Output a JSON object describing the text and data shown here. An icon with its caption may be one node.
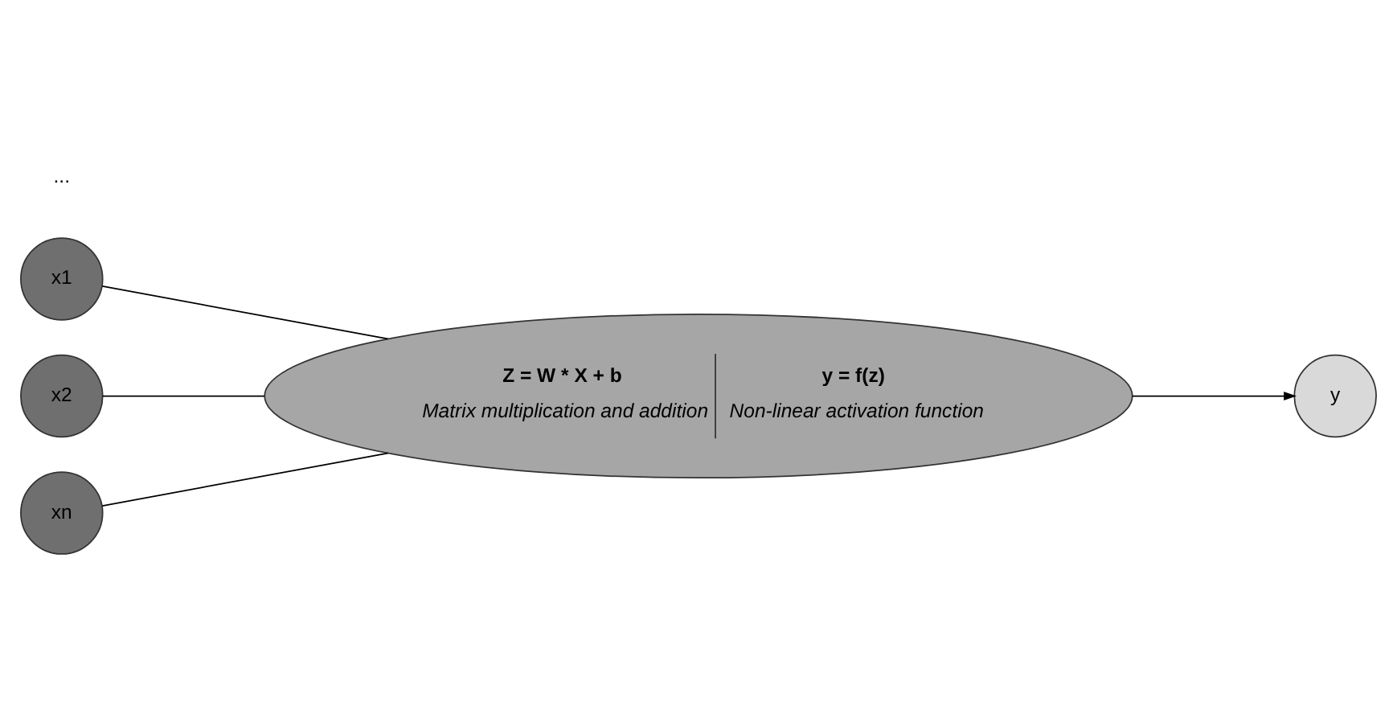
{
  "diagram": {
    "nodes": [
      {
        "text": [
          "x1"
        ]
      },
      {
        "text": [
          "x2"
        ]
      },
      {
        "text": [
          "xn"
        ]
      },
      {
        "text": [
          "Z = W * X + b",
          "Matrix multiplication and addition",
          "y = f(z)",
          "Non-linear activation function"
        ]
      },
      {
        "text": [
          "y"
        ]
      }
    ],
    "edges": [
      {
        "from": 0,
        "to": 3,
        "arrow": "none"
      },
      {
        "from": 1,
        "to": 3,
        "arrow": "none"
      },
      {
        "from": 2,
        "to": 3,
        "arrow": "none"
      },
      {
        "from": 3,
        "to": 4,
        "arrow": "to"
      }
    ],
    "labels": [
      "..."
    ]
  }
}
